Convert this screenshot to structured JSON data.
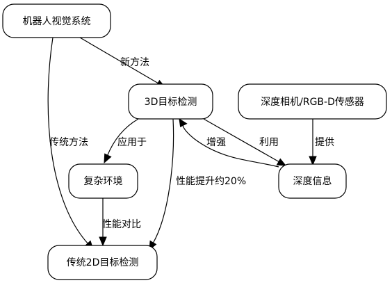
{
  "nodes": {
    "robot_vision": "机器人视觉系统",
    "detect_3d": "3D目标检测",
    "depth_camera": "深度相机/RGB-D传感器",
    "complex_env": "复杂环境",
    "depth_info": "深度信息",
    "detect_2d": "传统2D目标检测"
  },
  "edges": {
    "new_method": "新方法",
    "traditional_method": "传统方法",
    "apply_to": "应用于",
    "perf_improve": "性能提升约20%",
    "enhance": "增强",
    "utilize": "利用",
    "provide": "提供",
    "perf_compare": "性能对比"
  }
}
